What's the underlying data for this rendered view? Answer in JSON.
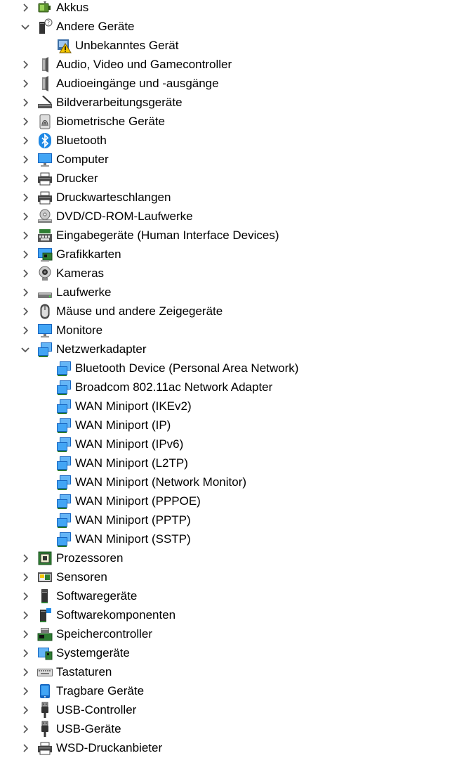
{
  "device_tree": {
    "items": [
      {
        "label": "Akkus",
        "level": 0,
        "state": "collapsed",
        "icon": "battery-icon"
      },
      {
        "label": "Andere Geräte",
        "level": 0,
        "state": "expanded",
        "icon": "unknown-device-icon"
      },
      {
        "label": "Unbekanntes Gerät",
        "level": 1,
        "state": "leaf",
        "icon": "warning-device-icon"
      },
      {
        "label": "Audio, Video und Gamecontroller",
        "level": 0,
        "state": "collapsed",
        "icon": "speaker-icon"
      },
      {
        "label": "Audioeingänge und -ausgänge",
        "level": 0,
        "state": "collapsed",
        "icon": "speaker-icon"
      },
      {
        "label": "Bildverarbeitungsgeräte",
        "level": 0,
        "state": "collapsed",
        "icon": "scanner-icon"
      },
      {
        "label": "Biometrische Geräte",
        "level": 0,
        "state": "collapsed",
        "icon": "fingerprint-icon"
      },
      {
        "label": "Bluetooth",
        "level": 0,
        "state": "collapsed",
        "icon": "bluetooth-icon"
      },
      {
        "label": "Computer",
        "level": 0,
        "state": "collapsed",
        "icon": "monitor-icon"
      },
      {
        "label": "Drucker",
        "level": 0,
        "state": "collapsed",
        "icon": "printer-icon"
      },
      {
        "label": "Druckwarteschlangen",
        "level": 0,
        "state": "collapsed",
        "icon": "printer-icon"
      },
      {
        "label": "DVD/CD-ROM-Laufwerke",
        "level": 0,
        "state": "collapsed",
        "icon": "optical-drive-icon"
      },
      {
        "label": "Eingabegeräte (Human Interface Devices)",
        "level": 0,
        "state": "collapsed",
        "icon": "hid-keyboard-icon"
      },
      {
        "label": "Grafikkarten",
        "level": 0,
        "state": "collapsed",
        "icon": "display-adapter-icon"
      },
      {
        "label": "Kameras",
        "level": 0,
        "state": "collapsed",
        "icon": "webcam-icon"
      },
      {
        "label": "Laufwerke",
        "level": 0,
        "state": "collapsed",
        "icon": "disk-drive-icon"
      },
      {
        "label": "Mäuse und andere Zeigegeräte",
        "level": 0,
        "state": "collapsed",
        "icon": "mouse-icon"
      },
      {
        "label": "Monitore",
        "level": 0,
        "state": "collapsed",
        "icon": "monitor-icon"
      },
      {
        "label": "Netzwerkadapter",
        "level": 0,
        "state": "expanded",
        "icon": "network-adapter-icon"
      },
      {
        "label": "Bluetooth Device (Personal Area Network)",
        "level": 1,
        "state": "leaf",
        "icon": "network-adapter-icon"
      },
      {
        "label": "Broadcom 802.11ac Network Adapter",
        "level": 1,
        "state": "leaf",
        "icon": "network-adapter-icon"
      },
      {
        "label": "WAN Miniport (IKEv2)",
        "level": 1,
        "state": "leaf",
        "icon": "network-adapter-icon"
      },
      {
        "label": "WAN Miniport (IP)",
        "level": 1,
        "state": "leaf",
        "icon": "network-adapter-icon"
      },
      {
        "label": "WAN Miniport (IPv6)",
        "level": 1,
        "state": "leaf",
        "icon": "network-adapter-icon"
      },
      {
        "label": "WAN Miniport (L2TP)",
        "level": 1,
        "state": "leaf",
        "icon": "network-adapter-icon"
      },
      {
        "label": "WAN Miniport (Network Monitor)",
        "level": 1,
        "state": "leaf",
        "icon": "network-adapter-icon"
      },
      {
        "label": "WAN Miniport (PPPOE)",
        "level": 1,
        "state": "leaf",
        "icon": "network-adapter-icon"
      },
      {
        "label": "WAN Miniport (PPTP)",
        "level": 1,
        "state": "leaf",
        "icon": "network-adapter-icon"
      },
      {
        "label": "WAN Miniport (SSTP)",
        "level": 1,
        "state": "leaf",
        "icon": "network-adapter-icon"
      },
      {
        "label": "Prozessoren",
        "level": 0,
        "state": "collapsed",
        "icon": "processor-icon"
      },
      {
        "label": "Sensoren",
        "level": 0,
        "state": "collapsed",
        "icon": "sensor-icon"
      },
      {
        "label": "Softwaregeräte",
        "level": 0,
        "state": "collapsed",
        "icon": "software-device-icon"
      },
      {
        "label": "Softwarekomponenten",
        "level": 0,
        "state": "collapsed",
        "icon": "software-component-icon"
      },
      {
        "label": "Speichercontroller",
        "level": 0,
        "state": "collapsed",
        "icon": "storage-controller-icon"
      },
      {
        "label": "Systemgeräte",
        "level": 0,
        "state": "collapsed",
        "icon": "system-device-icon"
      },
      {
        "label": "Tastaturen",
        "level": 0,
        "state": "collapsed",
        "icon": "keyboard-icon"
      },
      {
        "label": "Tragbare Geräte",
        "level": 0,
        "state": "collapsed",
        "icon": "portable-device-icon"
      },
      {
        "label": "USB-Controller",
        "level": 0,
        "state": "collapsed",
        "icon": "usb-icon"
      },
      {
        "label": "USB-Geräte",
        "level": 0,
        "state": "collapsed",
        "icon": "usb-icon"
      },
      {
        "label": "WSD-Druckanbieter",
        "level": 0,
        "state": "collapsed",
        "icon": "printer-icon"
      }
    ]
  },
  "colors": {
    "text": "#000000",
    "chevron": "#555555",
    "accent_blue": "#1e88e5",
    "warning_yellow": "#f2c500"
  }
}
